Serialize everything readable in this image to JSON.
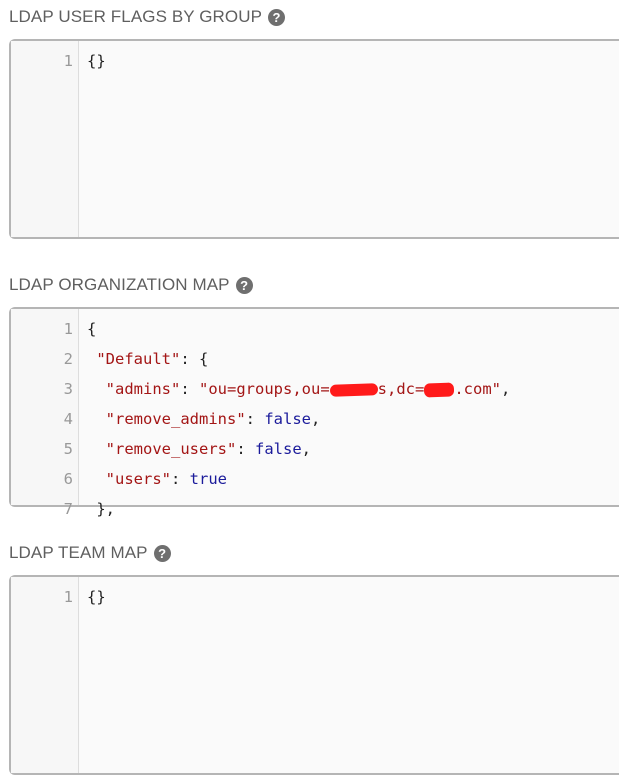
{
  "sections": [
    {
      "label": "LDAP USER FLAGS BY GROUP",
      "help_icon": "question-circle-icon",
      "lines": [
        {
          "num": "1",
          "text": "{}"
        }
      ]
    },
    {
      "label": "LDAP ORGANIZATION MAP",
      "help_icon": "question-circle-icon",
      "lines": [
        {
          "num": "1",
          "text": "{"
        },
        {
          "num": "2",
          "key": "\"Default\"",
          "rest": ": {"
        },
        {
          "num": "3",
          "key": "\"admins\"",
          "sep": ": ",
          "value_a": "\"ou=groups,ou=",
          "value_b": "s,dc=",
          "value_c": ".com\"",
          "trail": ","
        },
        {
          "num": "4",
          "key": "\"remove_admins\"",
          "sep": ": ",
          "value": "false",
          "trail": ","
        },
        {
          "num": "5",
          "key": "\"remove_users\"",
          "sep": ": ",
          "value": "false",
          "trail": ","
        },
        {
          "num": "6",
          "key": "\"users\"",
          "sep": ": ",
          "value": "true",
          "trail": ""
        },
        {
          "num": "7",
          "text": " },"
        }
      ]
    },
    {
      "label": "LDAP TEAM MAP",
      "help_icon": "question-circle-icon",
      "lines": [
        {
          "num": "1",
          "text": "{}"
        }
      ]
    }
  ],
  "help_glyph": "?",
  "colors": {
    "string": "#a31515",
    "keyword": "#1b1b9b",
    "border": "#b5b5b5"
  }
}
